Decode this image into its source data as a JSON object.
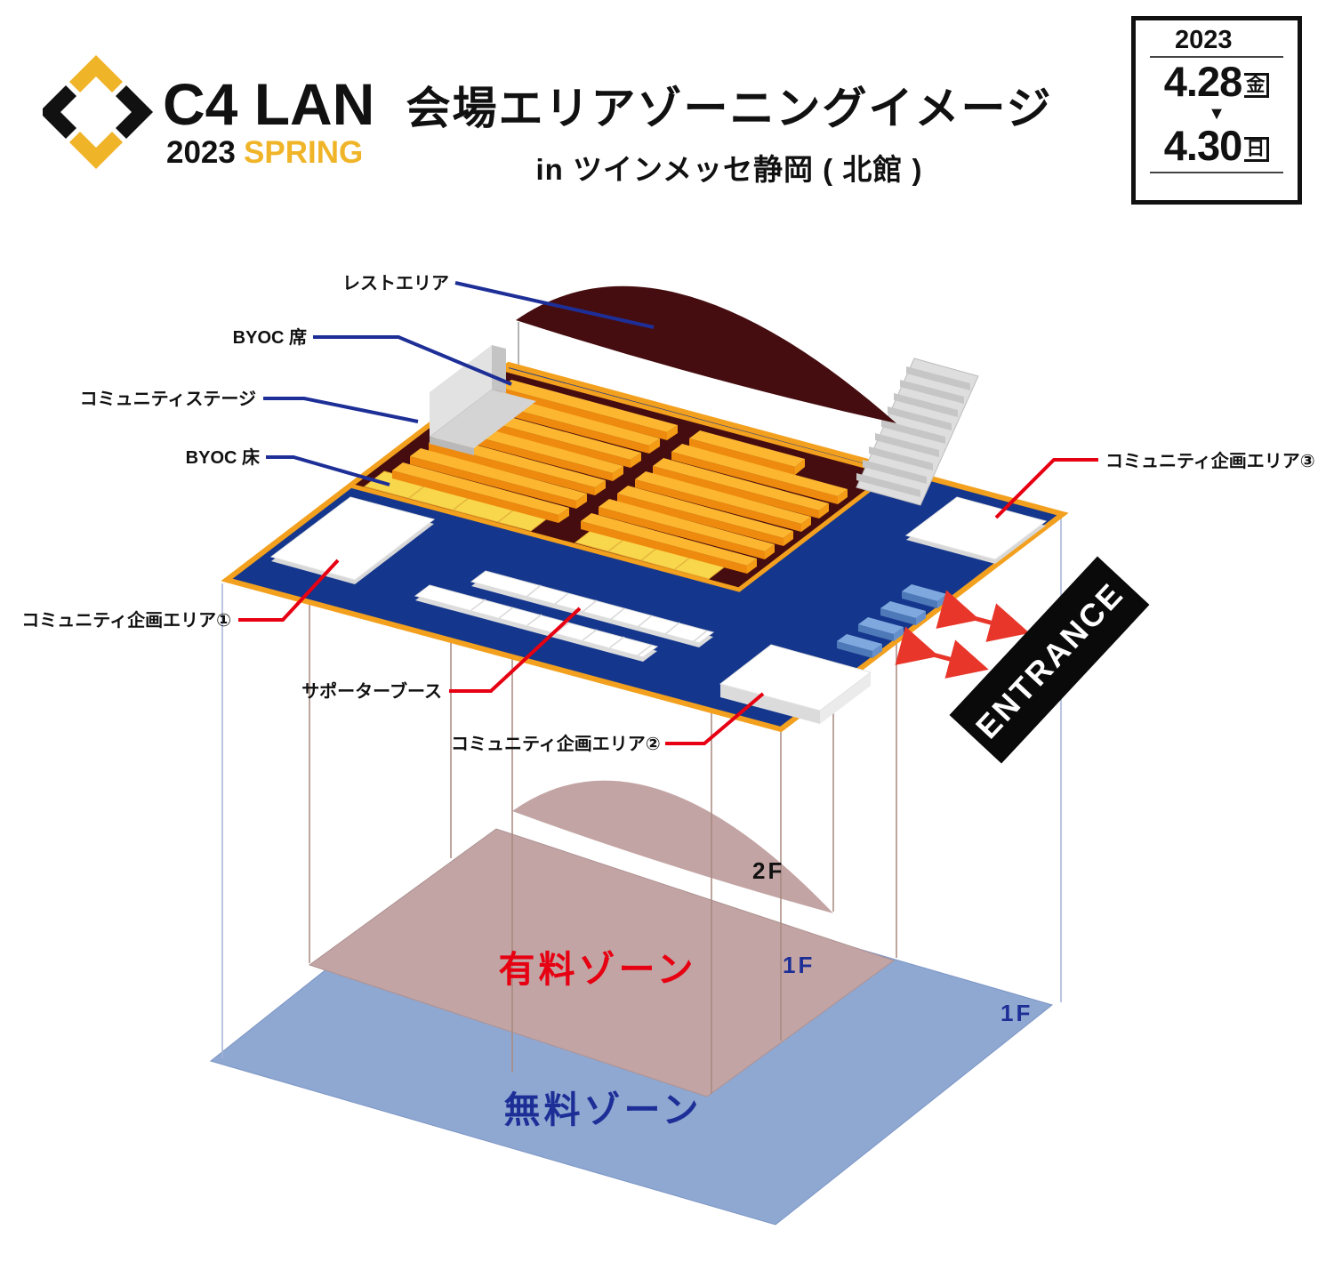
{
  "logo": {
    "name": "C4 LAN",
    "year": "2023",
    "season": "SPRING"
  },
  "header": {
    "title": "会場エリアゾーニングイメージ",
    "subtitle": "in ツインメッセ静岡 ( 北館 )"
  },
  "date_box": {
    "year": "2023",
    "start_date": "4.28",
    "start_day": "金",
    "arrow": "▼",
    "end_date": "4.30",
    "end_day": "日"
  },
  "map_labels": {
    "rest_area": "レストエリア",
    "byoc_seats": "BYOC 席",
    "community_stage": "コミュニティステージ",
    "byoc_floor": "BYOC 床",
    "community_area_1": "コミュニティ企画エリア①",
    "community_area_2": "コミュニティ企画エリア②",
    "community_area_3": "コミュニティ企画エリア③",
    "supporter_booth": "サポーターブース",
    "entrance": "ENTRANCE"
  },
  "zones": {
    "paid": "有料ゾーン",
    "free": "無料ゾーン",
    "floor_2f": "2F",
    "floor_1f_inner": "1F",
    "floor_1f_outer": "1F"
  },
  "colors": {
    "floor_blue": "#14368C",
    "border_orange": "#F2A01E",
    "byoc_maroon": "#460D10",
    "rest_area_maroon": "#460D10",
    "table_orange": "#FDB62F",
    "byoc_floor_yellow": "#F8D74D",
    "paid_zone_pink": "#C3A4A4",
    "free_zone_blue": "#8FA8D2",
    "navy": "#1D2F97",
    "red": "#E60012",
    "logo_yellow": "#F0B428",
    "entrance_black": "#0A0A0A"
  }
}
